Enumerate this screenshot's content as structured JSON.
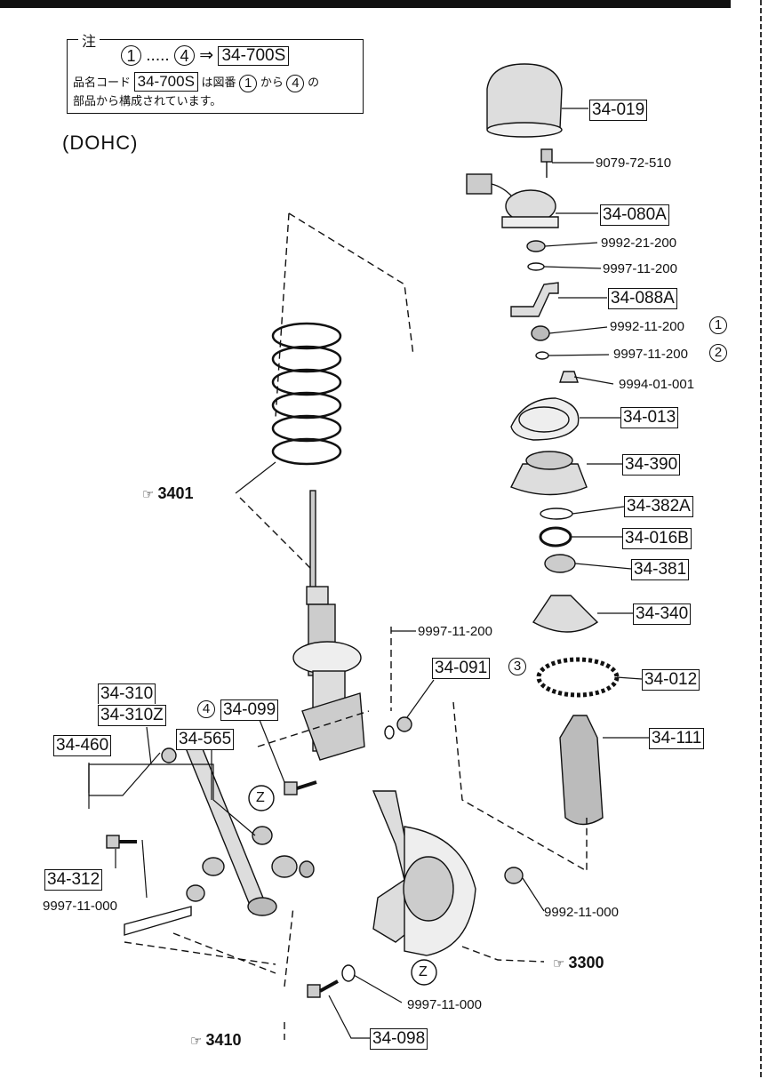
{
  "note": {
    "title": "注",
    "circle_1": "1",
    "dots": ".....",
    "circle_4": "4",
    "arrow": "⇒",
    "assembly_code": "34-700S",
    "line2_prefix": "品名コード",
    "line2_code": "34-700S",
    "line2_mid": "は図番",
    "line2_c1": "1",
    "line2_from": "から",
    "line2_c4": "4",
    "line2_suffix": "の",
    "line3": "部品から構成されています。"
  },
  "variant_label": "(DOHC)",
  "labels": {
    "p34_019": "34-019",
    "p9079_72_510": "9079-72-510",
    "p34_080A": "34-080A",
    "p9992_21_200": "9992-21-200",
    "p9997_11_200a": "9997-11-200",
    "p34_088A": "34-088A",
    "p9992_11_200": "9992-11-200",
    "c1": "1",
    "p9997_11_200b": "9997-11-200",
    "c2": "2",
    "p9994_01_001": "9994-01-001",
    "p34_013": "34-013",
    "p34_390": "34-390",
    "p34_382A": "34-382A",
    "p34_016B": "34-016B",
    "p34_381": "34-381",
    "p34_340": "34-340",
    "p34_012": "34-012",
    "p34_111": "34-111",
    "p9997_11_200c": "9997-11-200",
    "p34_091": "34-091",
    "c3": "3",
    "p34_310": "34-310",
    "p34_310Z": "34-310Z",
    "c4": "4",
    "p34_099": "34-099",
    "p34_460": "34-460",
    "p34_565": "34-565",
    "z1": "Z",
    "z2": "Z",
    "p34_312": "34-312",
    "p9997_11_000a": "9997-11-000",
    "p9992_11_000": "9992-11-000",
    "p9997_11_000b": "9997-11-000",
    "p34_098": "34-098",
    "ref_3401": "3401",
    "ref_3300": "3300",
    "ref_3410": "3410"
  }
}
